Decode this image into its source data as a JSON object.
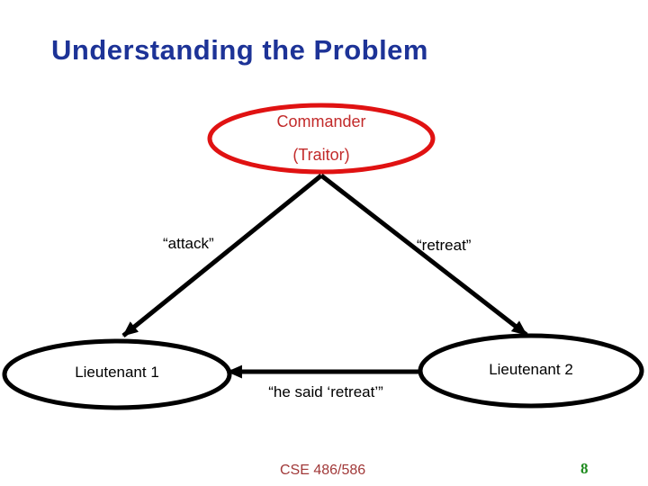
{
  "slide": {
    "title": "Understanding the Problem",
    "footer": {
      "course": "CSE 486/586",
      "page_number": "8"
    }
  },
  "diagram": {
    "type": "graph",
    "description": "Byzantine generals message diagram with a traitorous commander and two lieutenants",
    "nodes": [
      {
        "id": "commander",
        "label": "Commander",
        "sublabel": "(Traitor)",
        "outline_color": "#e01212",
        "text_color": "#c22a2a"
      },
      {
        "id": "lieutenant1",
        "label": "Lieutenant 1",
        "outline_color": "#000000",
        "text_color": "#000000"
      },
      {
        "id": "lieutenant2",
        "label": "Lieutenant 2",
        "outline_color": "#000000",
        "text_color": "#000000"
      }
    ],
    "edges": [
      {
        "from": "commander",
        "to": "lieutenant1",
        "label": "“attack”"
      },
      {
        "from": "commander",
        "to": "lieutenant2",
        "label": "“retreat”"
      },
      {
        "from": "lieutenant2",
        "to": "lieutenant1",
        "label": "“he said ‘retreat’”"
      }
    ],
    "colors": {
      "title": "#1d3397",
      "commander_outline": "#e01212",
      "commander_text": "#c22a2a",
      "node_outline": "#000000",
      "edge": "#000000",
      "footer_course": "#a13939",
      "page_number": "#1e8b1e"
    }
  }
}
